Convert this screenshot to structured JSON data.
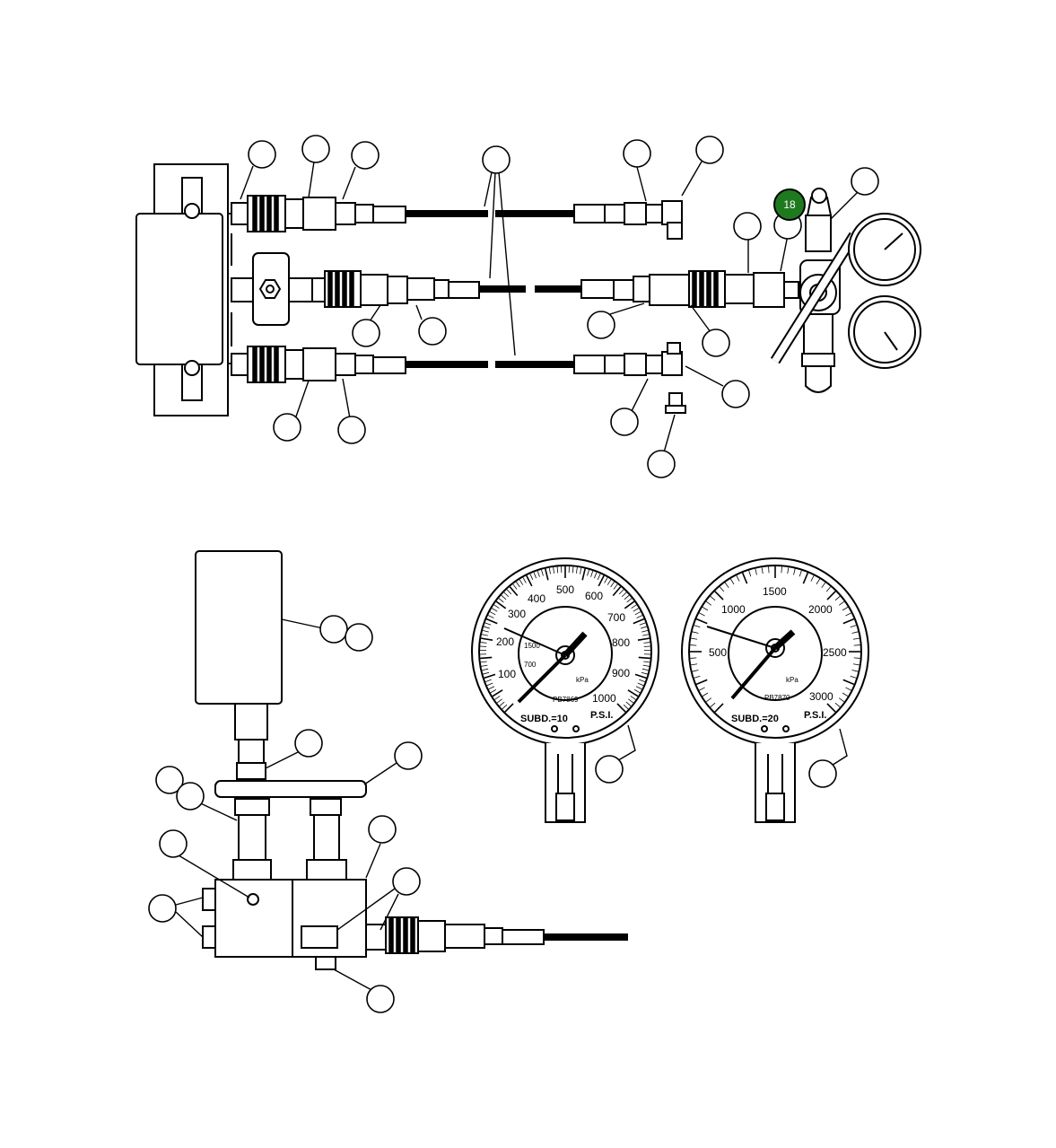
{
  "highlight": {
    "number": "18",
    "color": "#1f7a1f"
  },
  "gauge_left": {
    "psi_ticks": [
      "100",
      "200",
      "300",
      "400",
      "500",
      "600",
      "700",
      "800",
      "900",
      "1000"
    ],
    "kpa_ticks": [
      "700",
      "1500"
    ],
    "kpa_label": "kPa",
    "part_number": "PB7869",
    "subd": "SUBD.=10",
    "unit": "P.S.I."
  },
  "gauge_right": {
    "psi_ticks": [
      "500",
      "1000",
      "1500",
      "2000",
      "2500",
      "3000"
    ],
    "kpa_label": "kPa",
    "part_number": "PB7870",
    "subd": "SUBD.=20",
    "unit": "P.S.I."
  },
  "colors": {
    "line": "#000000",
    "background": "#ffffff",
    "highlight": "#1f7a1f"
  }
}
